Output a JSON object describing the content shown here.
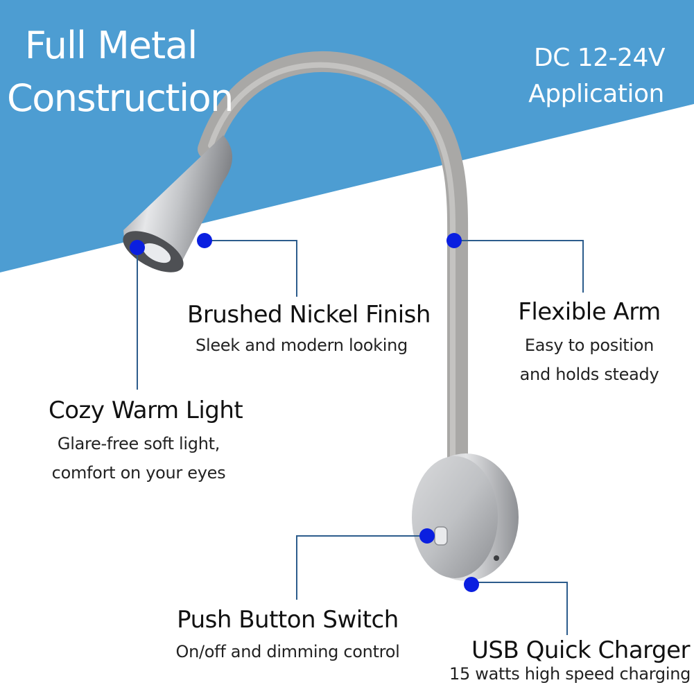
{
  "headline_left": {
    "line1": "Full Metal",
    "line2": "Construction"
  },
  "headline_right": {
    "line1": "DC 12-24V",
    "line2": "Application"
  },
  "features": {
    "brushed": {
      "title": "Brushed Nickel Finish",
      "desc": "Sleek and modern looking"
    },
    "flexible": {
      "title": "Flexible Arm",
      "desc1": "Easy to position",
      "desc2": "and holds steady"
    },
    "cozy": {
      "title": "Cozy Warm Light",
      "desc1": "Glare-free soft light,",
      "desc2": "comfort on your eyes"
    },
    "push": {
      "title": "Push Button Switch",
      "desc": "On/off and dimming control"
    },
    "usb": {
      "title": "USB Quick Charger",
      "desc": "15 watts high speed charging"
    }
  },
  "colors": {
    "banner_blue": "#4d9dd2",
    "marker_blue": "#0a1fe0",
    "leader_line": "#2c5c8c",
    "nickel": "#b7b9bd",
    "arm_gray": "#a9a8a6"
  }
}
